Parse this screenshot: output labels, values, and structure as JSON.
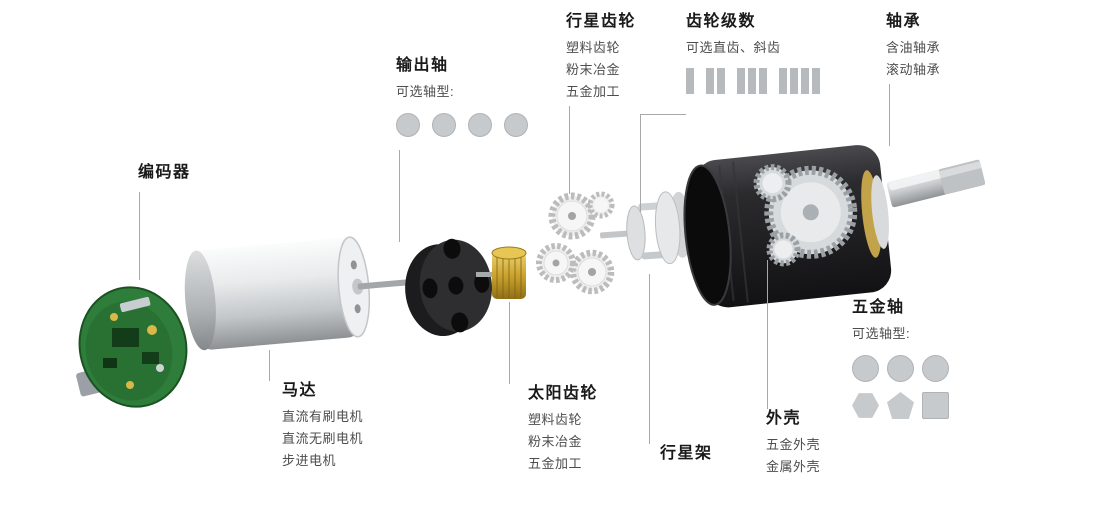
{
  "colors": {
    "background": "#ffffff",
    "leader_line": "#a8a8a8",
    "swatch_gray": "#c7cacd",
    "pcb_green": "#2f7d3a",
    "brass": "#c9a22f",
    "housing_black": "#1b1b1e"
  },
  "annotations": {
    "encoder": {
      "title": "编码器"
    },
    "output_shaft": {
      "title": "输出轴",
      "subtitle": "可选轴型:",
      "shape_options": [
        "circle",
        "circle",
        "circle",
        "circle"
      ]
    },
    "planet_gear": {
      "title": "行星齿轮",
      "items": [
        "塑料齿轮",
        "粉末冶金",
        "五金加工"
      ]
    },
    "gear_stages": {
      "title": "齿轮级数",
      "subtitle": "可选直齿、斜齿",
      "stage_options": [
        1,
        2,
        3,
        4
      ]
    },
    "bearing": {
      "title": "轴承",
      "items": [
        "含油轴承",
        "滚动轴承"
      ]
    },
    "motor": {
      "title": "马达",
      "items": [
        "直流有刷电机",
        "直流无刷电机",
        "步进电机"
      ]
    },
    "sun_gear": {
      "title": "太阳齿轮",
      "items": [
        "塑料齿轮",
        "粉末冶金",
        "五金加工"
      ]
    },
    "planet_carrier": {
      "title": "行星架"
    },
    "housing": {
      "title": "外壳",
      "items": [
        "五金外壳",
        "金属外壳"
      ]
    },
    "metal_shaft": {
      "title": "五金轴",
      "subtitle": "可选轴型:",
      "shape_options_row1": [
        "circle",
        "circle",
        "circle"
      ],
      "shape_options_row2": [
        "hexagon",
        "pentagon",
        "square"
      ]
    }
  }
}
